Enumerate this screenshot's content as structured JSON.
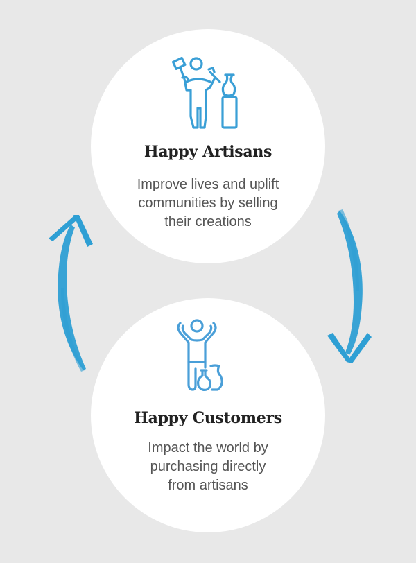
{
  "colors": {
    "background": "#e8e8e8",
    "circle": "#ffffff",
    "accent": "#2e9fd4",
    "icon_stroke": "#3a9fd6",
    "title": "#222222",
    "description": "#555555"
  },
  "cycle": {
    "artisans": {
      "icon": "artisan-sculptor-icon",
      "title": "Happy Artisans",
      "description_lines": [
        "Improve lives and uplift",
        "communities by selling",
        "their creations"
      ]
    },
    "customers": {
      "icon": "happy-customer-pottery-icon",
      "title": "Happy Customers",
      "description_lines": [
        "Impact the world by",
        "purchasing directly",
        "from artisans"
      ]
    },
    "arrows": [
      {
        "name": "artisans-to-customers",
        "direction": "down",
        "side": "right"
      },
      {
        "name": "customers-to-artisans",
        "direction": "up",
        "side": "left"
      }
    ]
  }
}
